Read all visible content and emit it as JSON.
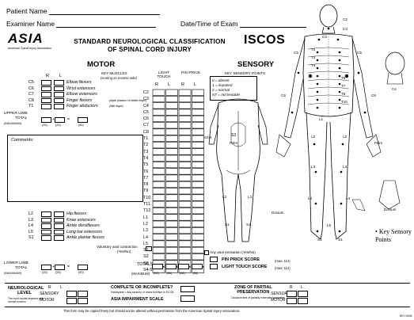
{
  "header": {
    "patient_name_label": "Patient Name",
    "examiner_name_label": "Examiner Name",
    "date_time_label": "Date/Time of Exam"
  },
  "logos": {
    "asia": "ASIA",
    "asia_sub": "American Spinal Injury Association",
    "iscos": "ISCOS"
  },
  "title": {
    "line1": "STANDARD NEUROLOGICAL CLASSIFICATION",
    "line2": "OF SPINAL CORD INJURY"
  },
  "motor": {
    "heading": "MOTOR",
    "subheading": "KEY MUSCLES",
    "subheading_note": "(scoring on reverse side)",
    "col_r": "R",
    "col_l": "L",
    "upper_levels": [
      "C5",
      "C6",
      "C7",
      "C8",
      "T1"
    ],
    "upper_muscles": [
      "Elbow flexors",
      "Wrist extensors",
      "Elbow extensors",
      "Finger flexors",
      "Finger abductors"
    ],
    "upper_muscle_notes": [
      "",
      "",
      "",
      "(distal phalanx of middle finger)",
      "(little finger)"
    ],
    "upper_total": "UPPER LIMB",
    "upper_total2": "TOTAL",
    "upper_max": "(MAXIMUM)",
    "upper_max_vals": [
      "(25)",
      "(25)",
      "(50)"
    ],
    "lower_levels": [
      "L2",
      "L3",
      "L4",
      "L5",
      "S1"
    ],
    "lower_muscles": [
      "Hip flexors",
      "Knee extensors",
      "Ankle dorsiflexors",
      "Long toe extensors",
      "Ankle plantar flexors"
    ],
    "lower_total": "LOWER LIMB",
    "lower_total2": "TOTAL",
    "lower_max": "(MAXIMUM)",
    "lower_max_vals": [
      "(25)",
      "(25)",
      "(50)"
    ],
    "voluntary_anal": "Voluntary anal contraction",
    "yes_no": "(Yes/No)"
  },
  "comments_label": "Comments:",
  "sensory": {
    "heading": "SENSORY",
    "subheading": "KEY SENSORY POINTS",
    "light_touch": "LIGHT TOUCH",
    "pin_prick": "PIN PRICK",
    "col_r": "R",
    "col_l": "L",
    "levels": [
      "C2",
      "C3",
      "C4",
      "C5",
      "C6",
      "C7",
      "C8",
      "T1",
      "T2",
      "T3",
      "T4",
      "T5",
      "T6",
      "T7",
      "T8",
      "T9",
      "T10",
      "T11",
      "T12",
      "L1",
      "L2",
      "L3",
      "L4",
      "L5",
      "S1",
      "S2",
      "S3",
      "S4-5"
    ],
    "legend": [
      "0 = absent",
      "1 = impaired",
      "2 = normal",
      "NT = not testable"
    ],
    "totals_label": "TOTALS",
    "max_label": "(MAXIMUM)",
    "max_vals": [
      "(56)",
      "(56)",
      "(56)",
      "(56)"
    ],
    "any_anal": "Any anal sensation (Yes/No)",
    "pin_prick_score": "PIN PRICK SCORE",
    "pin_prick_max": "(max: 112)",
    "light_touch_score": "LIGHT TOUCH SCORE",
    "light_touch_max": "(max: 112)",
    "key_sensory_points": "Key Sensory Points",
    "palm": "Palm",
    "dorsum": "Dorsum"
  },
  "bottom": {
    "neuro_level": "NEUROLOGICAL",
    "neuro_level2": "LEVEL",
    "neuro_note": "The most caudal segment with normal function",
    "sensory": "SENSORY",
    "motor": "MOTOR",
    "r": "R",
    "l": "L",
    "complete": "COMPLETE OR INCOMPLETE?",
    "complete_note": "Incomplete = Any sensory or motor function in S4-S5",
    "asia_scale": "ASIA IMPAIRMENT SCALE",
    "zpp": "ZONE OF PARTIAL",
    "zpp2": "PRESERVATION",
    "zpp_note": "Caudal extent of partially innervated segments",
    "footer": "This form may be copied freely but should not be altered without permission from the American Spinal Injury Association.",
    "rev": "REV 03/06"
  }
}
